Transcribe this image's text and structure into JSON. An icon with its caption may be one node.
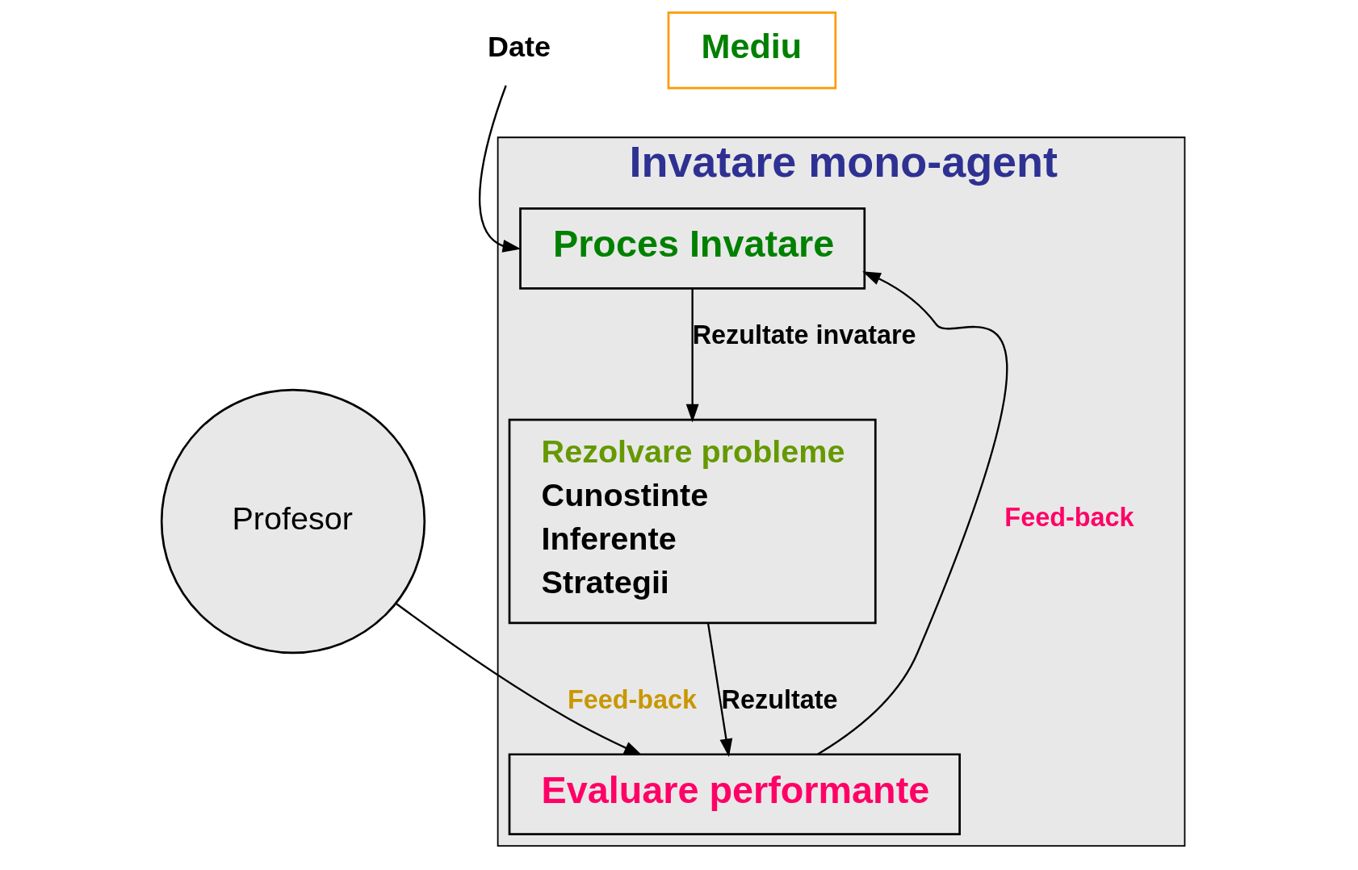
{
  "diagram": {
    "nodes": [
      {
        "text": [
          "Invatare mono-agent"
        ]
      },
      {
        "text": [
          "Date"
        ]
      },
      {
        "text": [
          "Proces Invatare"
        ],
        "in": 0
      },
      {
        "text": [
          "Rezolvare probleme",
          "Cunostinte",
          "Inferente",
          "Strategii"
        ],
        "in": 0
      },
      {
        "text": [
          "Evaluare performante"
        ],
        "in": 0
      },
      {
        "text": [
          "Mediu"
        ]
      },
      {
        "text": [
          "Profesor"
        ]
      }
    ],
    "edges": [
      {
        "from": 1,
        "to": 2,
        "arrow": "to"
      },
      {
        "from": 2,
        "to": 3,
        "arrow": "to",
        "label": "Rezultate invatare"
      },
      {
        "from": 3,
        "to": 4,
        "arrow": "to",
        "label": "Rezultate"
      },
      {
        "from": 4,
        "to": 2,
        "arrow": "to",
        "label": "Feed-back"
      },
      {
        "from": 6,
        "to": 4,
        "arrow": "to",
        "label": "Feed-back"
      }
    ]
  }
}
